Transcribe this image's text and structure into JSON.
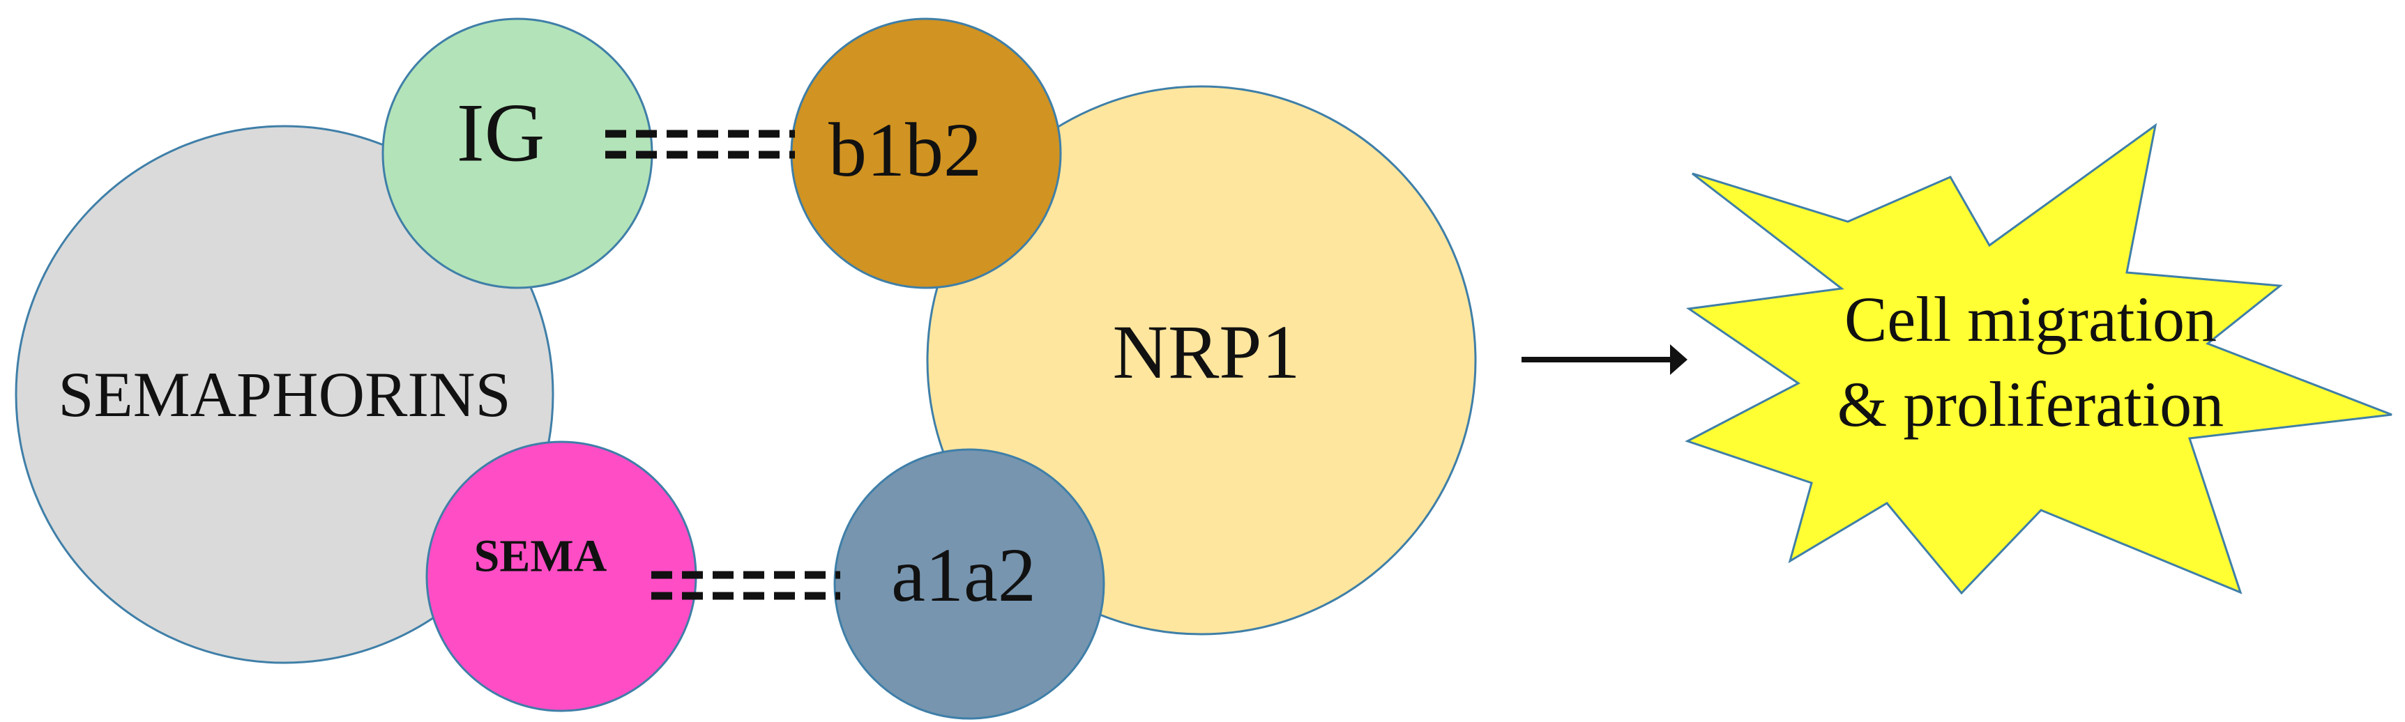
{
  "nodes": {
    "semaphorins": {
      "label": "SEMAPHORINS",
      "color": "#DADADA"
    },
    "ig": {
      "label": "IG",
      "color": "#B3E3B8"
    },
    "sema": {
      "label": "SEMA",
      "color": "#FF4DC6"
    },
    "nrp1": {
      "label": "NRP1",
      "color": "#FFE69E"
    },
    "b1b2": {
      "label": "b1b2",
      "color": "#D19321"
    },
    "a1a2": {
      "label": "a1a2",
      "color": "#7795AF"
    }
  },
  "outcome": {
    "line1": "Cell migration",
    "line2": "& proliferation",
    "color": "#FFFF33"
  },
  "edges": [
    {
      "from": "IG",
      "to": "b1b2",
      "style": "dashed-double"
    },
    {
      "from": "SEMA",
      "to": "a1a2",
      "style": "dashed-double"
    },
    {
      "from": "NRP1",
      "to": "Cell migration & proliferation",
      "style": "arrow"
    }
  ],
  "colors": {
    "outline": "#3F7FA8",
    "line": "#111111"
  }
}
